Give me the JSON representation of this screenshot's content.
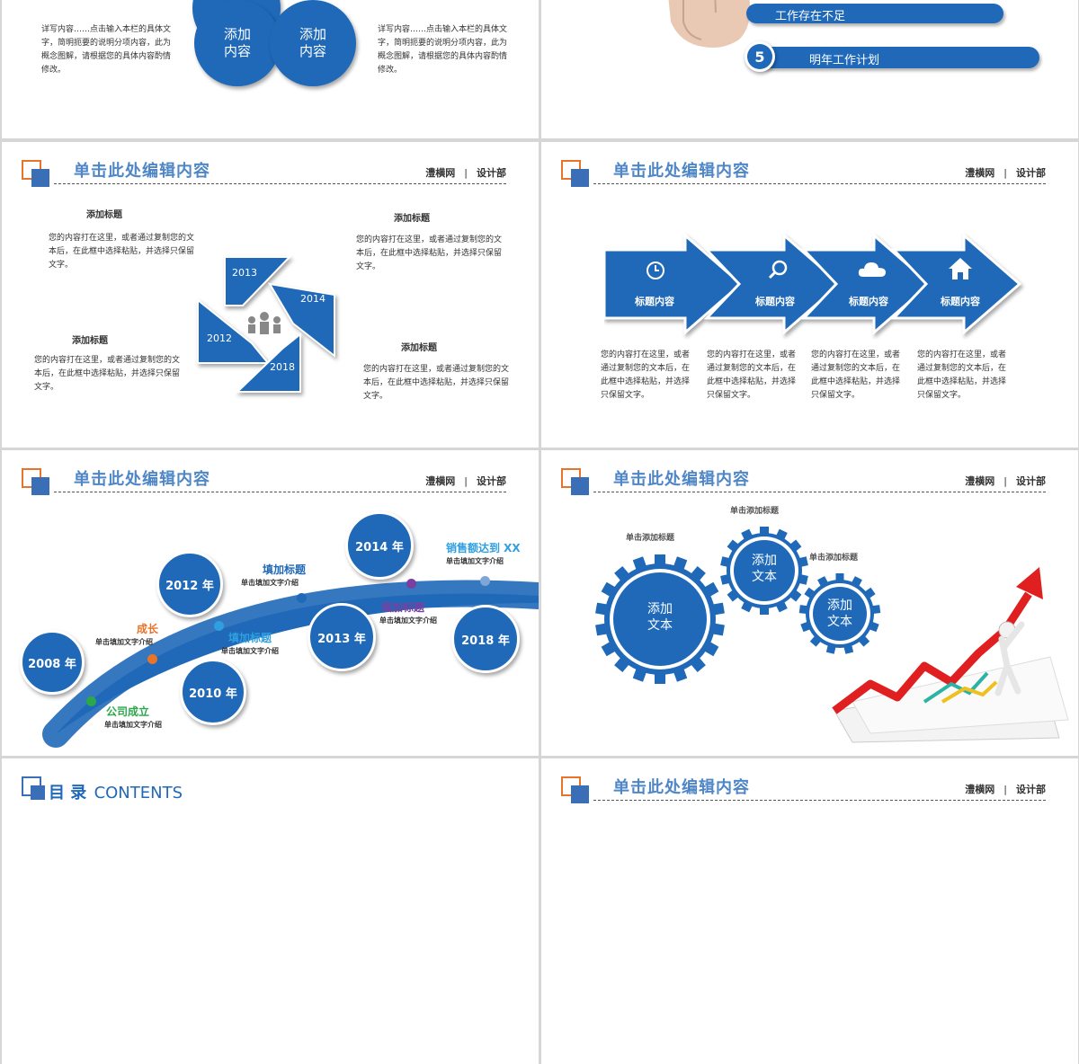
{
  "slide1": {
    "circles": [
      "添加\n内容",
      "添加\n内容"
    ],
    "text_left": "详写内容……点击输入本栏的具体文字，简明扼要的说明分项内容，此为概念图解，请根据您的具体内容酌情修改。",
    "text_right": "详写内容……点击输入本栏的具体文字，简明扼要的说明分项内容，此为概念图解，请根据您的具体内容酌情修改。"
  },
  "slide2": {
    "items": [
      {
        "num": "",
        "label": "工作存在不足"
      },
      {
        "num": "5",
        "label": "明年工作计划"
      }
    ]
  },
  "header": {
    "title": "单击此处编辑内容",
    "brand": "澧横网",
    "sep": "|",
    "dept": "设计部"
  },
  "slide3": {
    "years": [
      "2013",
      "2014",
      "2012",
      "2018"
    ],
    "blocks": [
      {
        "title": "添加标题",
        "text": "您的内容打在这里，或者通过复制您的文本后，在此框中选择粘贴，并选择只保留文字。"
      },
      {
        "title": "添加标题",
        "text": "您的内容打在这里，或者通过复制您的文本后，在此框中选择粘贴，并选择只保留文字。"
      },
      {
        "title": "添加标题",
        "text": "您的内容打在这里，或者通过复制您的文本后，在此框中选择粘贴，并选择只保留文字。"
      },
      {
        "title": "添加标题",
        "text": "您的内容打在这里，或者通过复制您的文本后，在此框中选择粘贴，并选择只保留文字。"
      }
    ]
  },
  "slide4": {
    "arrows": [
      {
        "icon": "clock-icon",
        "label": "标题内容"
      },
      {
        "icon": "search-icon",
        "label": "标题内容"
      },
      {
        "icon": "cloud-icon",
        "label": "标题内容"
      },
      {
        "icon": "home-icon",
        "label": "标题内容"
      }
    ],
    "texts": [
      "您的内容打在这里，或者通过复制您的文本后，在此框中选择粘贴，并选择只保留文字。",
      "您的内容打在这里，或者通过复制您的文本后，在此框中选择粘贴，并选择只保留文字。",
      "您的内容打在这里，或者通过复制您的文本后，在此框中选择粘贴，并选择只保留文字。",
      "您的内容打在这里，或者通过复制您的文本后，在此框中选择粘贴，并选择只保留文字。"
    ]
  },
  "slide5": {
    "bubbles": [
      "2008 年",
      "2010 年",
      "2012 年",
      "2013 年",
      "2014 年",
      "2018 年"
    ],
    "events": [
      {
        "title": "公司成立",
        "sub": "单击填加文字介绍",
        "color": "#2aa84a"
      },
      {
        "title": "成长",
        "sub": "单击填加文字介绍",
        "color": "#e8742a"
      },
      {
        "title": "填加标题",
        "sub": "单击填加文字介绍",
        "color": "#2f9fe0"
      },
      {
        "title": "填加标题",
        "sub": "单击填加文字介绍",
        "color": "#1f69b8"
      },
      {
        "title": "填加标题",
        "sub": "单击填加文字介绍",
        "color": "#7a3fa0"
      },
      {
        "title": "销售额达到 XX",
        "sub": "单击填加文字介绍",
        "color": "#2f9fe0"
      }
    ]
  },
  "slide6": {
    "gears": [
      "添加\n文本",
      "添加\n文本",
      "添加\n文本"
    ],
    "labels": [
      "单击添加标题",
      "单击添加标题",
      "单击添加标题"
    ]
  },
  "slide7": {
    "title_cn": "目 录",
    "title_en": "CONTENTS"
  },
  "colors": {
    "primary": "#1f69b8",
    "accent": "#e8742a",
    "title": "#4f86c6"
  }
}
